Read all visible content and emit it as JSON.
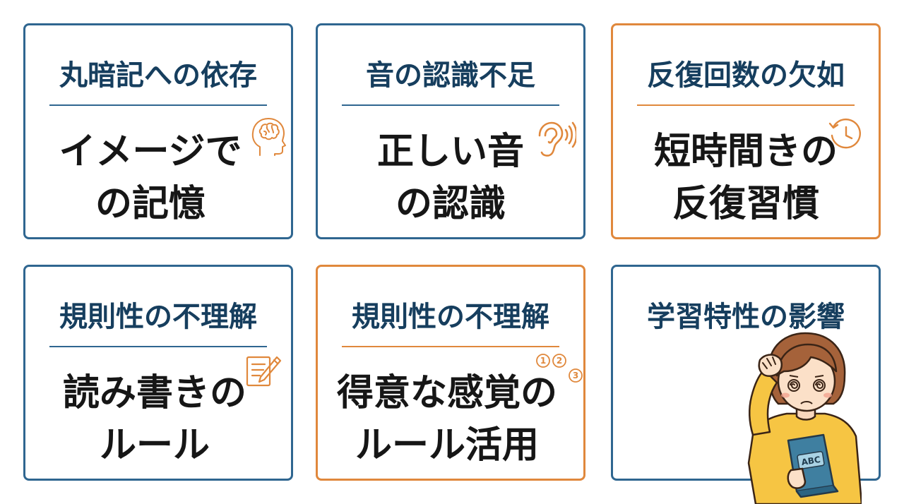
{
  "cards": [
    {
      "title": "丸暗記への依存",
      "body1": "イメージで",
      "body2": "の記憶",
      "icon": "brain-icon",
      "accent": "#2f6690"
    },
    {
      "title": "音の認識不足",
      "body1": "正しい音",
      "body2": "の認識",
      "icon": "ear-icon",
      "accent": "#2f6690"
    },
    {
      "title": "反復回数の欠如",
      "body1": "短時間きの",
      "body2": "反復習慣",
      "icon": "clock-icon",
      "accent": "#e0883c"
    },
    {
      "title": "規則性の不理解",
      "body1": "読み書きの",
      "body2": "ルール",
      "icon": "notebook-pen-icon",
      "accent": "#2f6690"
    },
    {
      "title": "規則性の不理解",
      "body1": "得意な感覚の",
      "body2": "ルール活用",
      "icon": "numbered-steps-icon",
      "accent": "#e0883c"
    },
    {
      "title": "学習特性の影響",
      "body1": "",
      "body2": "",
      "icon": "confused-girl-illustration",
      "accent": "#2f6690"
    }
  ],
  "step_numbers": [
    "①",
    "②",
    "③"
  ],
  "book_label": "ABC",
  "colors": {
    "blue": "#2f6690",
    "orange": "#e0883c",
    "title_text": "#163e5e"
  }
}
